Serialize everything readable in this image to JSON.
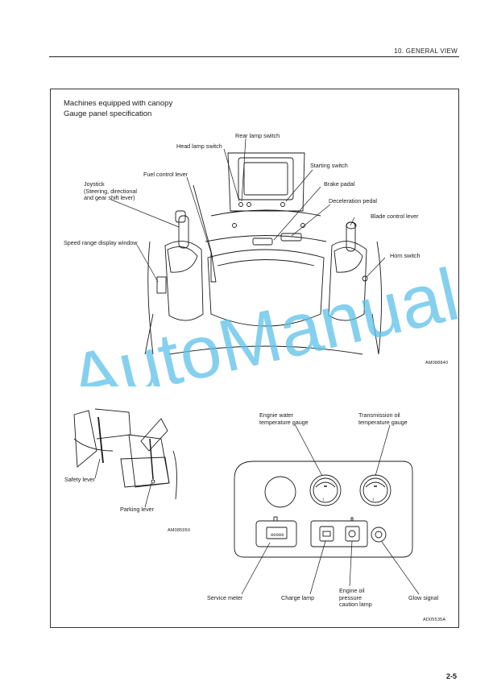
{
  "header": {
    "section_title": "10. GENERAL VIEW"
  },
  "page_number": "2-5",
  "figure": {
    "caption_line1": "Machines equipped with canopy",
    "caption_line2": "Gauge panel specification"
  },
  "cab_view": {
    "labels": {
      "rear_lamp_switch": "Rear lamp switch",
      "head_lamp_switch": "Head lamp switch",
      "starting_switch": "Starting switch",
      "fuel_control_lever": "Fuel control lever",
      "brake_padal": "Brake padal",
      "joystick": "Joystick\n(Steering, directional\nand gear shift lever)",
      "deceleration_pedal": "Deceleration pedal",
      "blade_control_lever": "Blade control lever",
      "speed_range_display_window": "Speed range display window",
      "horn_switch": "Horn switch"
    },
    "code": "AM088840"
  },
  "lever_view": {
    "labels": {
      "safety_lever": "Safety lever",
      "parking_lever": "Parking lever"
    },
    "code": "AM085950"
  },
  "gauge_panel": {
    "labels": {
      "water_temp_gauge": "Engnie water\ntemperature gauge",
      "transmission_oil_gauge": "Transmission oil\ntemperature gauge",
      "service_meter": "Service meter",
      "charge_lamp": "Charge lamp",
      "engine_oil_pressure_lamp": "Engine oil\npressure\ncaution lamp",
      "glow_signal": "Glow signal"
    },
    "meter_reading": "00000",
    "code": "AD05535A"
  },
  "watermark": "AutoManual",
  "colors": {
    "watermark": "#5cc0ea",
    "ink": "#1a1a1a"
  }
}
